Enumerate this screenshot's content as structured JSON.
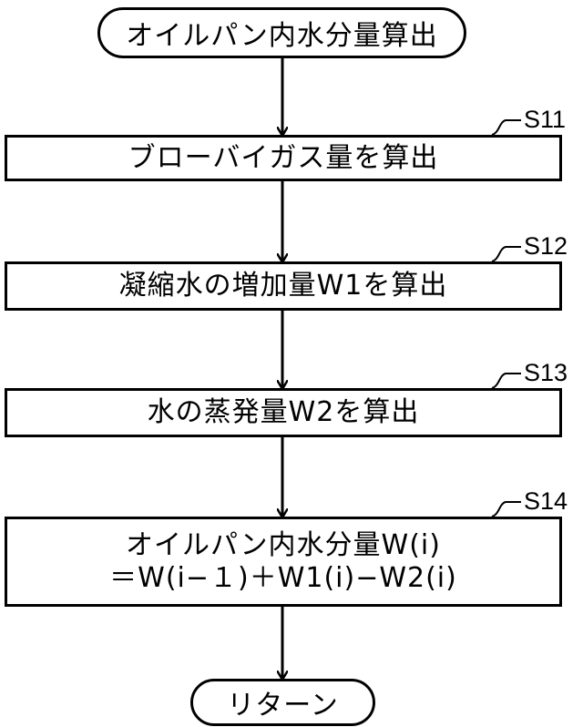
{
  "flowchart": {
    "start": {
      "label": "オイルパン内水分量算出"
    },
    "steps": [
      {
        "id": "S11",
        "lines": [
          "ブローバイガス量を算出"
        ]
      },
      {
        "id": "S12",
        "lines": [
          "凝縮水の増加量W1を算出"
        ]
      },
      {
        "id": "S13",
        "lines": [
          "水の蒸発量W2を算出"
        ]
      },
      {
        "id": "S14",
        "lines": [
          "オイルパン内水分量W(i)",
          "＝W(i−１)＋W1(i)−W2(i)"
        ]
      }
    ],
    "end": {
      "label": "リターン"
    }
  }
}
